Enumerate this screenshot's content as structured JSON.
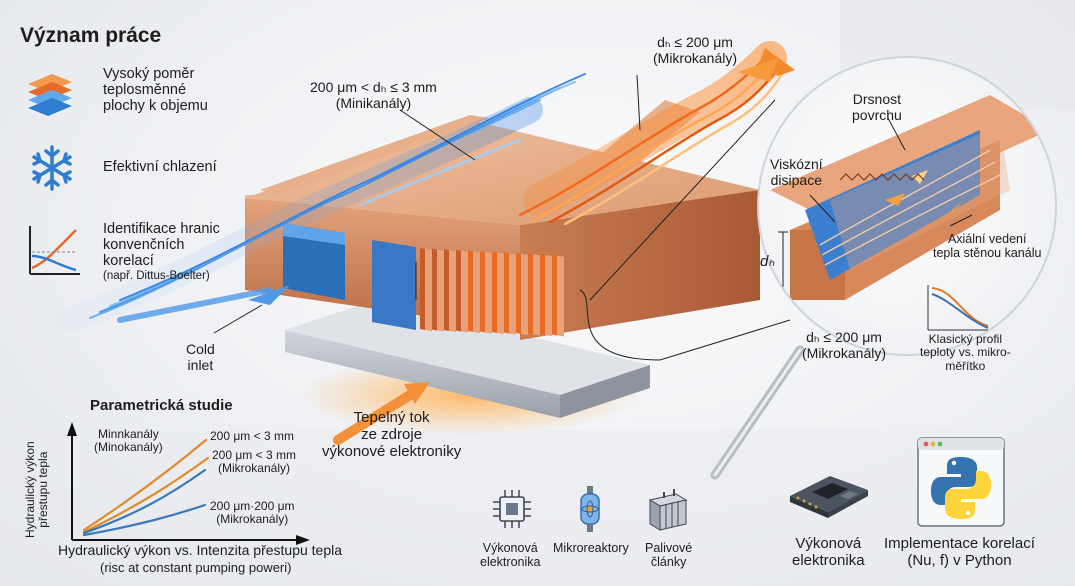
{
  "title": "Význam práce",
  "features": [
    {
      "icon": "layers-icon",
      "lines": [
        "Vysoký poměr",
        "teplosměnné",
        "plochy k objemu"
      ]
    },
    {
      "icon": "snowflake-icon",
      "lines": [
        "Efektivní chlazení"
      ]
    },
    {
      "icon": "graph-icon",
      "lines": [
        "Identifikace hranic",
        "konvenčních",
        "korelací"
      ],
      "note": "(např. Dittus-Boelter)"
    }
  ],
  "heatsink": {
    "minichannels_range": "200 μm < dₕ ≤ 3 mm",
    "minichannels_name": "(Minikanály)",
    "microchannels_range": "dₕ ≤ 200 μm",
    "microchannels_name": "(Mikrokanály)",
    "cold_inlet": [
      "Cold",
      "inlet"
    ],
    "heat_flux": [
      "Tepelný tok",
      "ze zdroje",
      "výkonové elektroniky"
    ]
  },
  "zoom": {
    "roughness": [
      "Drsnost",
      "povrchu"
    ],
    "viscous": [
      "Viskózní",
      "disipace"
    ],
    "axial": [
      "Axiální vedení",
      "tepla stěnou kanálu"
    ],
    "dh_symbol": "dₕ",
    "micro_range": "dₕ ≤ 200 μm",
    "micro_name": "(Mikrokanály)",
    "profile": [
      "Klasický profil",
      "teploty vs. mikro-",
      "měřítko"
    ]
  },
  "parametric": {
    "title": "Parametrická studie",
    "y_label": [
      "Hydraulický výkon",
      "přestupu tepla"
    ],
    "curves": [
      {
        "label": [
          "Minnkanály",
          "(Minokanály)"
        ],
        "color": "#e08a2e"
      },
      {
        "label": [
          "200 μm < 3 mm"
        ],
        "color": "#e08a2e"
      },
      {
        "label": [
          "200 μm < 3 mm",
          "(Mikrokanály)"
        ],
        "color": "#3a7ab8"
      },
      {
        "label": [
          "200 μm·200 μm",
          "(Mikrokanály)"
        ],
        "color": "#3a7ab8"
      }
    ],
    "x_label": "Hydraulický výkon vs. Intenzita přestupu tepla",
    "x_sublabel": "(risc at constant pumping poweri)"
  },
  "applications": [
    {
      "icon": "chip-icon",
      "lines": [
        "Výkonová",
        "elektronika"
      ]
    },
    {
      "icon": "microreactor-icon",
      "lines": [
        "Mikroreaktory"
      ]
    },
    {
      "icon": "fuel-cell-icon",
      "lines": [
        "Palivové",
        "články"
      ]
    }
  ],
  "power_module": {
    "icon": "power-module-icon",
    "lines": [
      "Výkonová",
      "elektronika"
    ]
  },
  "python": {
    "icon": "python-logo-icon",
    "lines": [
      "Implementace korelací",
      "(Nu, f) v Python"
    ]
  },
  "colors": {
    "copper": "#d98a5c",
    "hot": "#f07a2a",
    "cold": "#3c8ee0",
    "blue_curve": "#3a7ab8",
    "orange_curve": "#e08a2e"
  }
}
